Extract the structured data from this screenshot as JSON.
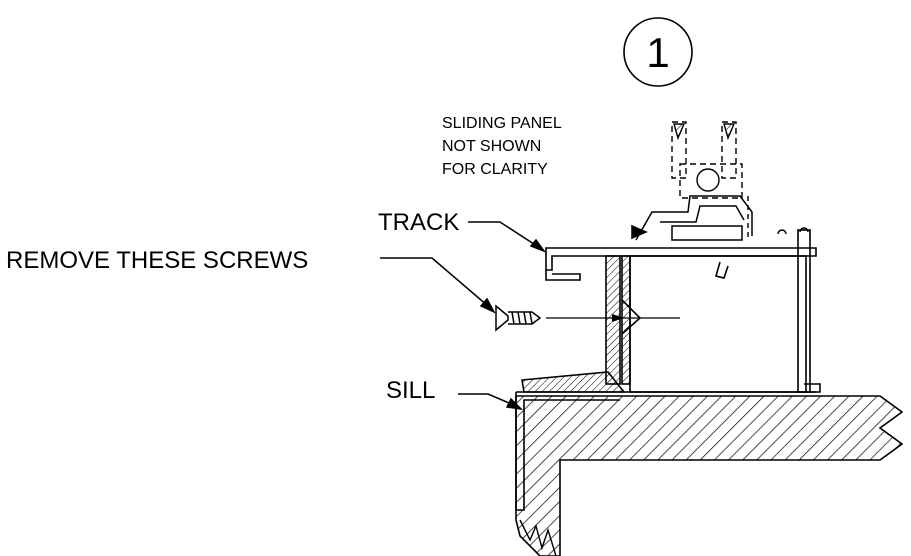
{
  "detail_number": "1",
  "note": {
    "line1": "SLIDING PANEL",
    "line2": "NOT SHOWN",
    "line3": "FOR CLARITY"
  },
  "labels": {
    "track": "TRACK",
    "remove_screws": "REMOVE THESE SCREWS",
    "sill": "SILL"
  },
  "colors": {
    "line": "#000000",
    "background": "#ffffff"
  }
}
